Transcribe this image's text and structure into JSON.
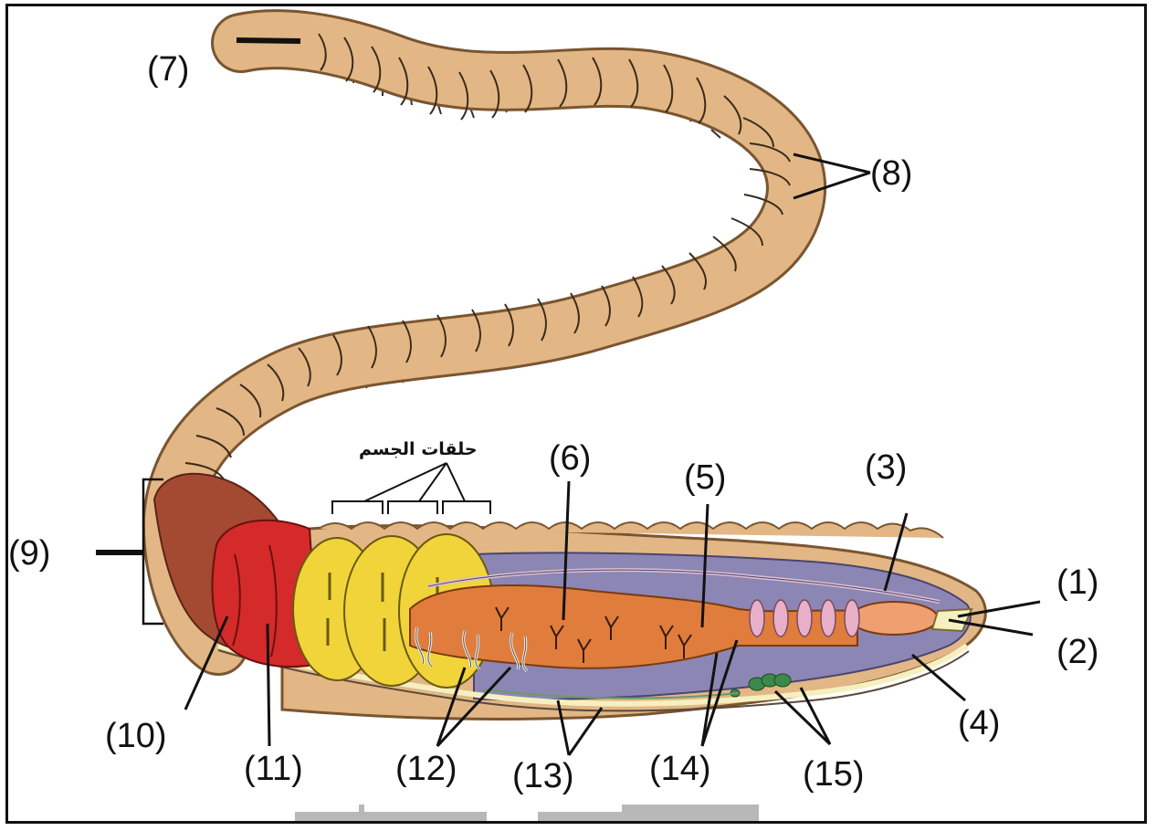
{
  "labels": {
    "l1": "(1)",
    "l2": "(2)",
    "l3": "(3)",
    "l4": "(4)",
    "l5": "(5)",
    "l6": "(6)",
    "l7": "(7)",
    "l8": "(8)",
    "l9": "(9)",
    "l10": "(10)",
    "l11": "(11)",
    "l12": "(12)",
    "l13": "(13)",
    "l14": "(14)",
    "l15": "(15)"
  },
  "body_segments_label": "حلقات الجسم",
  "colors": {
    "skin": "#e2b785",
    "skin_dark": "#b07d4c",
    "clitellum": "#a44a33",
    "muscle_red": "#d42a2a",
    "coelom_yellow": "#f0d43a",
    "interior": "#8c86b4",
    "gut": "#e07d3c",
    "crop": "#f0a070",
    "nerve": "#3b8a4a",
    "line": "#111111"
  }
}
